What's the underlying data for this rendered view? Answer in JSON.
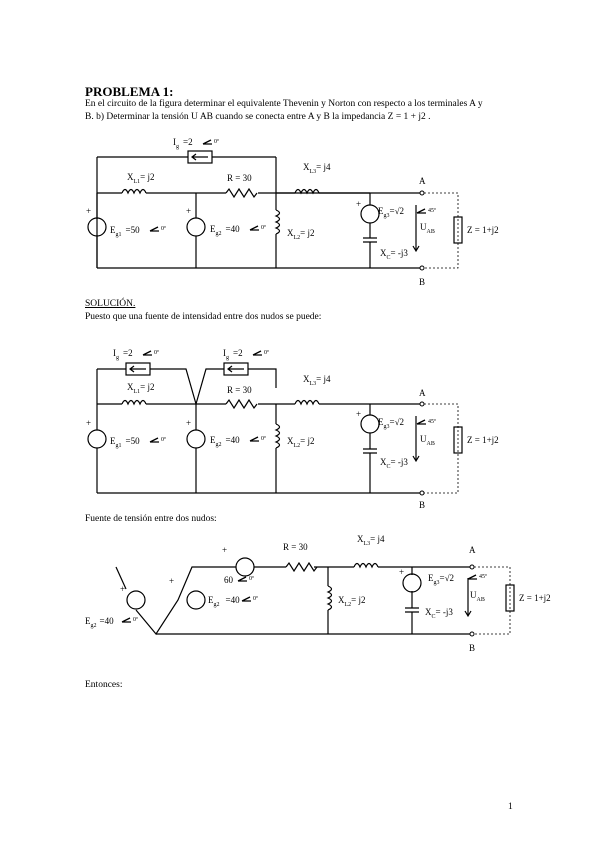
{
  "problem": {
    "title": "PROBLEMA 1:",
    "line1": "En el circuito de la figura determinar el equivalente Thevenin y Norton con respecto a los terminales A y",
    "line2": "B. b) Determinar la tensión  U AB  cuando se conecta entre A y B la impedancia Z = 1 + j2 ."
  },
  "solution": {
    "heading": "SOLUCIÓN.",
    "step1": "Puesto que una fuente de intensidad entre dos nudos se puede:",
    "step2": "Fuente de tensión entre dos nudos:",
    "step3": "Entonces:"
  },
  "labels": {
    "ig": "I",
    "ig_sub": "g",
    "ig_val": "=2",
    "angle0": "0º",
    "xl1": "X",
    "xl1_sub": "L1",
    "xl1_val": "= j2",
    "r": "R = 30",
    "xl3": "X",
    "xl3_sub": "L3",
    "xl3_val": "= j4",
    "eg1": "E",
    "eg1_sub": "g1",
    "eg1_val": "=50",
    "eg2": "E",
    "eg2_sub": "g2",
    "eg2_val": "=40",
    "xl2": "X",
    "xl2_sub": "L2",
    "xl2_val": "= j2",
    "eg3": "E",
    "eg3_sub": "g3",
    "eg3_val": "=√2",
    "angle45": "45º",
    "xc": "X",
    "xc_sub": "C",
    "xc_val": "= -j3",
    "uab": "U",
    "uab_sub": "AB",
    "z": "Z = 1+j2",
    "a": "A",
    "b": "B",
    "plus": "+",
    "v60": "60",
    "eg2b_val": "=40"
  },
  "page_number": "1"
}
